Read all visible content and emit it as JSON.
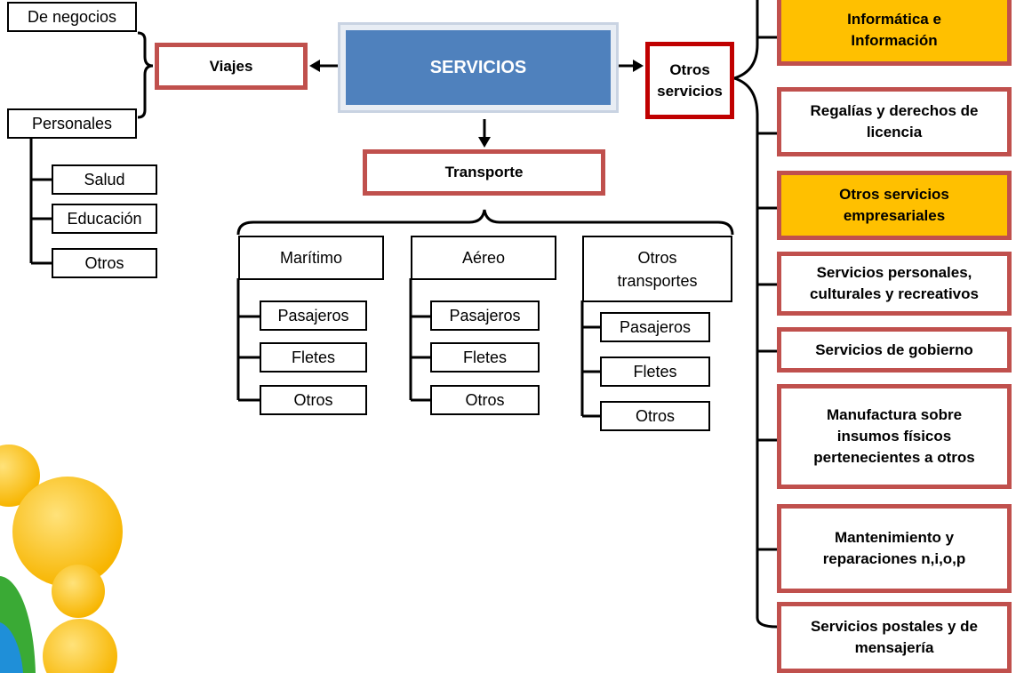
{
  "root": "SERVICIOS",
  "viajes": {
    "label": "Viajes",
    "types": [
      "De negocios",
      "Personales"
    ],
    "personales_items": [
      "Salud",
      "Educación",
      "Otros"
    ]
  },
  "transporte": {
    "label": "Transporte",
    "modes": [
      {
        "label": "Marítimo",
        "items": [
          "Pasajeros",
          "Fletes",
          "Otros"
        ]
      },
      {
        "label": "Aéreo",
        "items": [
          "Pasajeros",
          "Fletes",
          "Otros"
        ]
      },
      {
        "label": "Otros transportes",
        "items": [
          "Pasajeros",
          "Fletes",
          "Otros"
        ]
      }
    ]
  },
  "otros_servicios": {
    "label": "Otros servicios",
    "items": [
      {
        "label": "Informática e Información",
        "highlight": true
      },
      {
        "label": "Regalías y derechos de licencia",
        "highlight": false
      },
      {
        "label": "Otros servicios empresariales",
        "highlight": true
      },
      {
        "label": "Servicios personales, culturales y recreativos",
        "highlight": false
      },
      {
        "label": "Servicios de gobierno",
        "highlight": false
      },
      {
        "label": "Manufactura sobre insumos físicos pertenecientes a otros",
        "highlight": false
      },
      {
        "label": "Mantenimiento y reparaciones n,i,o,p",
        "highlight": false
      },
      {
        "label": "Servicios postales y de mensajería",
        "highlight": false
      }
    ]
  },
  "colors": {
    "main_fill": "#4f81bd",
    "red_border": "#c0504d",
    "highlight_fill": "#ffc000"
  }
}
